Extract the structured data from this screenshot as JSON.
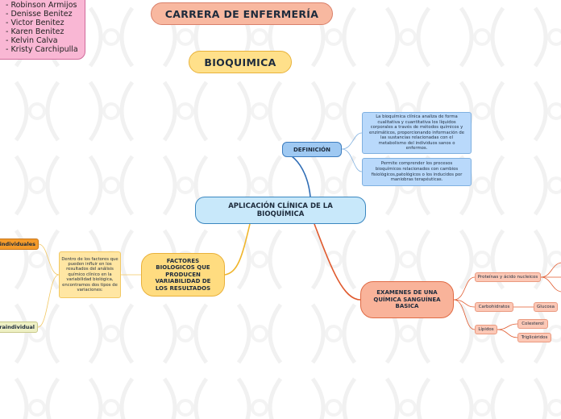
{
  "authors": [
    "- Robinson Armijos",
    "- Denisse Benitez",
    "- Victor Benitez",
    "- Karen Benitez",
    "- Kelvin Calva",
    "- Kristy Carchipulla"
  ],
  "title": "CARRERA DE ENFERMERÍA",
  "subject": "BIOQUIMICA",
  "central": "APLICACIÓN CLÍNICA DE LA BIOQUÍMICA",
  "definicion": {
    "label": "DEFINICIÓN",
    "text1": "La bioquímica clínica analiza de forma cualitativa y cuantitativa los líquidos corporales  a través de métodos químicos y enzimáticos, proporcionando información de las sustancias relacionadas con el metabolismo del individuos sanos o enfermos.",
    "text2": "Permite comprender los procesos bioquímicos relacionados con cambios fisiológicos,patológicos o los inducidos por maniobras terapéuticas."
  },
  "factores": {
    "label": "FACTORES BIOLOGICOS QUE PRODUCEN VARIABILIDAD DE LOS RESULTADOS",
    "text": "Dentro de los factores que pueden influir en los resultados del análisis químico clínico en la variabilidad biológica, encontramos dos tipos de variaciones:",
    "intra": "Intraindividuales",
    "inter": "Intraindividual"
  },
  "examenes": {
    "label": "EXAMENES DE UNA QUÍMICA SANGUÍNEA BASICA",
    "proteinas": "Proteínas y ácido nucleicos",
    "carbohidratos": "Carbohidratos",
    "glucosa": "Glucosa",
    "lipidos": "Lípidos",
    "colesterol": "Colesterol",
    "trigliceridos": "Triglicéridos"
  },
  "colors": {
    "definicion_branch": "#2f6db5",
    "factores_branch": "#f0b52a",
    "examenes_branch": "#e05a2e"
  }
}
